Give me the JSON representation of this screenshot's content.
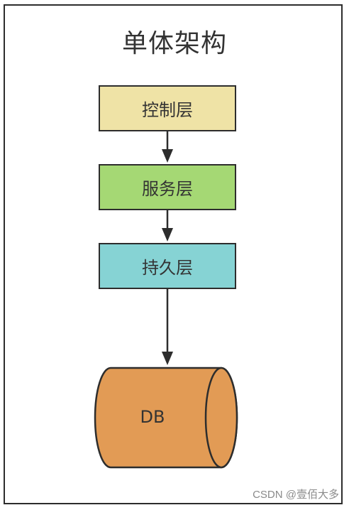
{
  "diagram": {
    "title": "单体架构",
    "layers": [
      {
        "label": "控制层",
        "color": "#efe3a6"
      },
      {
        "label": "服务层",
        "color": "#a5d874"
      },
      {
        "label": "持久层",
        "color": "#86d3d4"
      }
    ],
    "database": {
      "label": "DB",
      "color": "#e29b55"
    }
  },
  "watermark": "CSDN @壹佰大多"
}
